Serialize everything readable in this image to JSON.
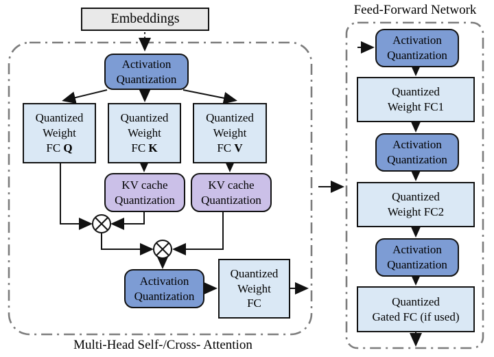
{
  "colors": {
    "act_blue": "#7D9CD4",
    "weight_blue": "#DAE8F5",
    "kv_purple": "#CBC0E8",
    "embed_gray": "#E9E9E9",
    "dash_border": "#7C7C7C",
    "wire": "#111111"
  },
  "icons": {
    "multiply": "circled-times (⊗)"
  },
  "embeddings": {
    "label": "Embeddings"
  },
  "attention": {
    "caption": "Multi-Head Self-/Cross- Attention",
    "aq_top": {
      "line1": "Activation",
      "line2": "Quantization"
    },
    "fc_q": {
      "line1": "Quantized",
      "line2": "Weight",
      "line3": "FC",
      "letter": "Q"
    },
    "fc_k": {
      "line1": "Quantized",
      "line2": "Weight",
      "line3": "FC",
      "letter": "K"
    },
    "fc_v": {
      "line1": "Quantized",
      "line2": "Weight",
      "line3": "FC",
      "letter": "V"
    },
    "kv_k": {
      "line1": "KV cache",
      "line2": "Quantization"
    },
    "kv_v": {
      "line1": "KV cache",
      "line2": "Quantization"
    },
    "aq_out": {
      "line1": "Activation",
      "line2": "Quantization"
    },
    "fc_out": {
      "line1": "Quantized",
      "line2": "Weight",
      "line3": "FC"
    }
  },
  "ffn": {
    "title": "Feed-Forward Network",
    "aq1": {
      "line1": "Activation",
      "line2": "Quantization"
    },
    "fc1": {
      "line1": "Quantized",
      "line2": "Weight FC1"
    },
    "aq2": {
      "line1": "Activation",
      "line2": "Quantization"
    },
    "fc2": {
      "line1": "Quantized",
      "line2": "Weight FC2"
    },
    "aq3": {
      "line1": "Activation",
      "line2": "Quantization"
    },
    "gated": {
      "line1": "Quantized",
      "line2": "Gated FC (if used)"
    }
  }
}
